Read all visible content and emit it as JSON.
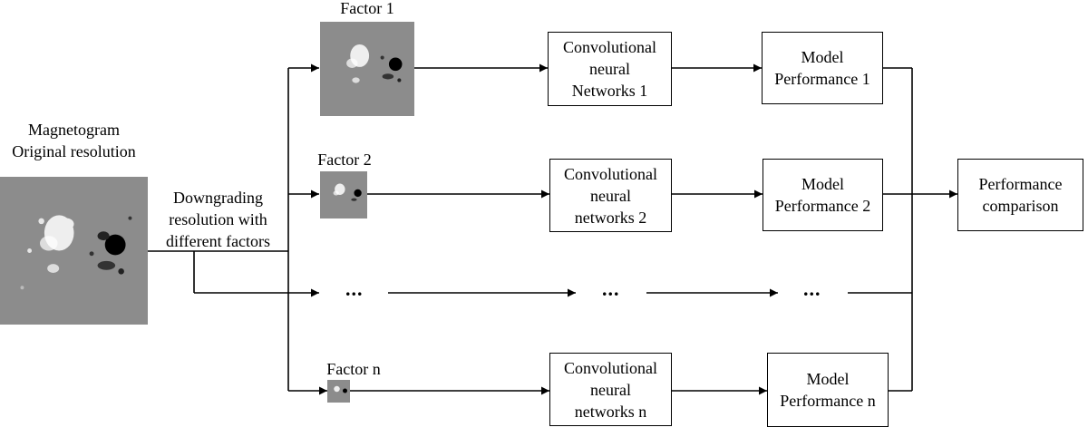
{
  "source": {
    "title": "Magnetogram\nOriginal resolution",
    "process_label": "Downgrading\nresolution with\ndifferent factors"
  },
  "rows": [
    {
      "factor": "Factor 1",
      "cnn": "Convolutional\nneural\nNetworks 1",
      "perf": "Model\nPerformance 1"
    },
    {
      "factor": "Factor 2",
      "cnn": "Convolutional\nneural\nnetworks 2",
      "perf": "Model\nPerformance 2"
    },
    {
      "ellipsis_1": "...",
      "ellipsis_2": "...",
      "ellipsis_3": "..."
    },
    {
      "factor": "Factor n",
      "cnn": "Convolutional\nneural\nnetworks n",
      "perf": "Model\nPerformance n"
    }
  ],
  "result": {
    "label": "Performance\ncomparison"
  },
  "colors": {
    "line": "#000000",
    "magnetogram_gray": "#8c8c8c",
    "positive_polarity": "#ffffff",
    "negative_polarity": "#000000"
  }
}
